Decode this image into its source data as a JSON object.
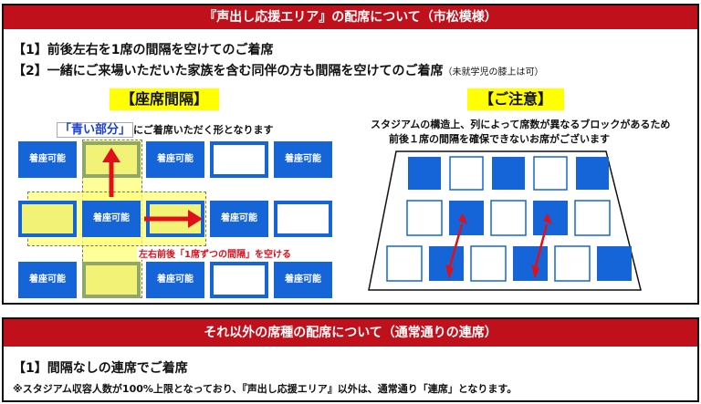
{
  "top": {
    "title": "『声出し応援エリア』の配席について（市松模様）",
    "rule1": "【1】前後左右を1席の間隔を空けてのご着席",
    "rule2": "【2】一緒にご来場いただいた家族を含む同伴の方も間隔を空けてのご着席",
    "rule2_note": "（未就学児の膝上は可）",
    "left_heading": "【座席間隔】",
    "blue_part": "「青い部分」",
    "blue_part_rest": "にご着席いただく形となります",
    "seat_label": "着座可能",
    "gap_caption": "左右前後「1席ずつの間隔」を空ける",
    "right_heading": "【ご注意】",
    "caution_line1": "スタジアムの構造上、列によって席数が異なるブロックがあるため",
    "caution_line2": "前後１席の間隔を確保できないお席がございます"
  },
  "bottom": {
    "title": "それ以外の席種の配席について（通常通りの連席）",
    "rule1": "【1】間隔なしの連席でご着席",
    "note": "※スタジアム収容人数が100%上限となっており、『声出し応援エリア』以外は、通常通り「連席」となります。"
  },
  "colors": {
    "red": "#c0101b",
    "blue": "#1565d8",
    "yellow": "#ffff00",
    "arrow": "#e0101b"
  }
}
